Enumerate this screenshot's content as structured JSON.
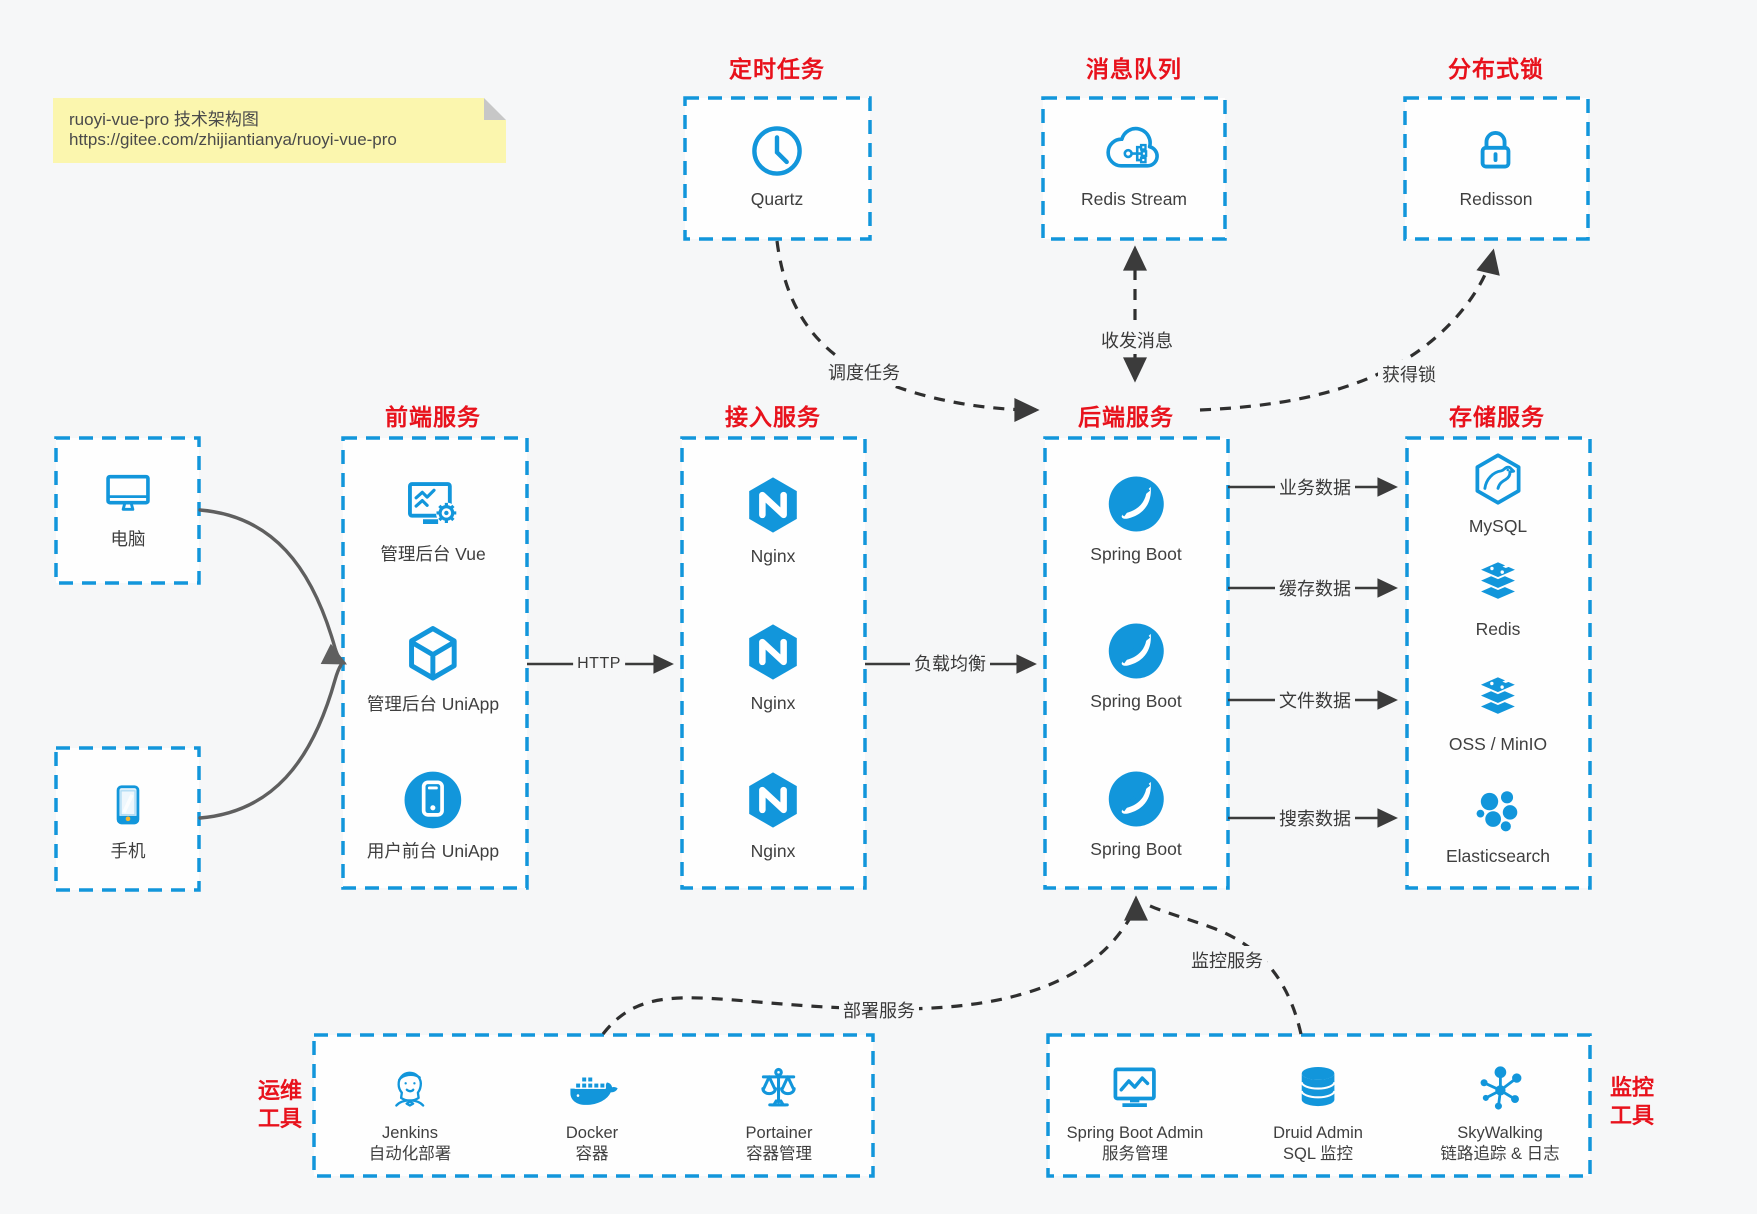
{
  "note": {
    "line1": "ruoyi-vue-pro 技术架构图",
    "line2": "https://gitee.com/zhijiantianya/ruoyi-vue-pro"
  },
  "colors": {
    "accent_blue": "#1296db",
    "title_red": "#e8121c",
    "note_yellow": "#fbf6ae",
    "arrow_dark": "#3b3b3b",
    "arrow_grey": "#5f5f5f",
    "background": "#f6f7f8"
  },
  "top_groups": [
    {
      "title": "定时任务",
      "item": {
        "label": "Quartz",
        "icon": "clock-icon"
      }
    },
    {
      "title": "消息队列",
      "item": {
        "label": "Redis Stream",
        "icon": "cloud-stream-icon"
      }
    },
    {
      "title": "分布式锁",
      "item": {
        "label": "Redisson",
        "icon": "lock-icon"
      }
    }
  ],
  "clients": [
    {
      "label": "电脑",
      "icon": "desktop-icon"
    },
    {
      "label": "手机",
      "icon": "smartphone-icon"
    }
  ],
  "columns": [
    {
      "title": "前端服务",
      "items": [
        {
          "label": "管理后台 Vue",
          "icon": "admin-vue-icon"
        },
        {
          "label": "管理后台 UniApp",
          "icon": "uniapp-cube-icon"
        },
        {
          "label": "用户前台 UniApp",
          "icon": "user-app-icon"
        }
      ]
    },
    {
      "title": "接入服务",
      "items": [
        {
          "label": "Nginx",
          "icon": "nginx-icon"
        },
        {
          "label": "Nginx",
          "icon": "nginx-icon"
        },
        {
          "label": "Nginx",
          "icon": "nginx-icon"
        }
      ]
    },
    {
      "title": "后端服务",
      "items": [
        {
          "label": "Spring Boot",
          "icon": "spring-boot-icon"
        },
        {
          "label": "Spring Boot",
          "icon": "spring-boot-icon"
        },
        {
          "label": "Spring Boot",
          "icon": "spring-boot-icon"
        }
      ]
    },
    {
      "title": "存储服务",
      "items": [
        {
          "label": "MySQL",
          "icon": "mysql-icon"
        },
        {
          "label": "Redis",
          "icon": "redis-icon"
        },
        {
          "label": "OSS / MinIO",
          "icon": "oss-minio-icon"
        },
        {
          "label": "Elasticsearch",
          "icon": "elasticsearch-icon"
        }
      ]
    }
  ],
  "bottom_groups": [
    {
      "side": {
        "line1": "运维",
        "line2": "工具"
      },
      "items": [
        {
          "line1": "Jenkins",
          "line2": "自动化部署",
          "icon": "jenkins-icon"
        },
        {
          "line1": "Docker",
          "line2": "容器",
          "icon": "docker-icon"
        },
        {
          "line1": "Portainer",
          "line2": "容器管理",
          "icon": "portainer-icon"
        }
      ]
    },
    {
      "side": {
        "line1": "监控",
        "line2": "工具"
      },
      "items": [
        {
          "line1": "Spring Boot Admin",
          "line2": "服务管理",
          "icon": "sba-monitor-icon"
        },
        {
          "line1": "Druid Admin",
          "line2": "SQL 监控",
          "icon": "druid-db-icon"
        },
        {
          "line1": "SkyWalking",
          "line2": "链路追踪 & 日志",
          "icon": "skywalking-icon"
        }
      ]
    }
  ],
  "edges": {
    "http": "HTTP",
    "load_balance": "负载均衡",
    "schedule": "调度任务",
    "message": "收发消息",
    "lock": "获得锁",
    "business_data": "业务数据",
    "cache_data": "缓存数据",
    "file_data": "文件数据",
    "search_data": "搜索数据",
    "deploy": "部署服务",
    "monitor": "监控服务"
  }
}
